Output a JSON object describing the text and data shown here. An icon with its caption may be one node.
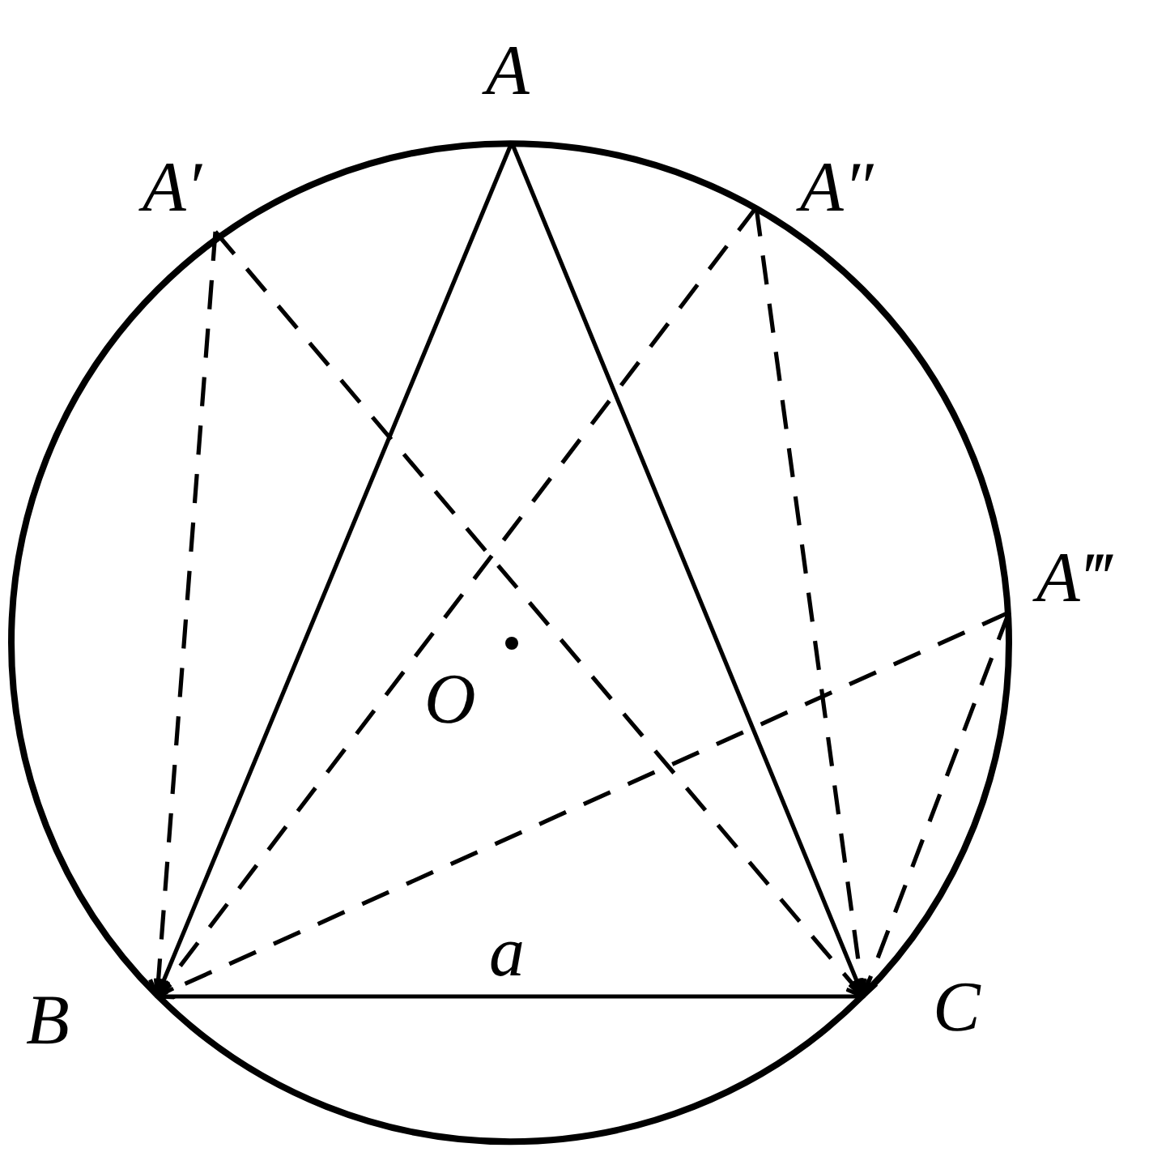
{
  "diagram": {
    "nodes": [
      {
        "text": [
          "A"
        ]
      },
      {
        "text": [
          "A′"
        ]
      },
      {
        "text": [
          "A″"
        ]
      },
      {
        "text": [
          "A‴"
        ]
      },
      {
        "text": [
          "B"
        ]
      },
      {
        "text": [
          "C"
        ]
      }
    ],
    "edges": [
      {
        "from": 0,
        "to": 4,
        "arrow": "to"
      },
      {
        "from": 0,
        "to": 5,
        "arrow": "to"
      },
      {
        "from": 1,
        "to": 4,
        "arrow": "to",
        "style": "dashed"
      },
      {
        "from": 1,
        "to": 5,
        "arrow": "to",
        "style": "dashed"
      },
      {
        "from": 2,
        "to": 4,
        "arrow": "to",
        "style": "dashed"
      },
      {
        "from": 2,
        "to": 5,
        "arrow": "to",
        "style": "dashed"
      },
      {
        "from": 3,
        "to": 4,
        "arrow": "to",
        "style": "dashed"
      },
      {
        "from": 3,
        "to": 5,
        "arrow": "to",
        "style": "dashed"
      },
      {
        "from": 4,
        "to": 5,
        "arrow": "none"
      }
    ],
    "labels": [
      "O",
      "a"
    ]
  }
}
